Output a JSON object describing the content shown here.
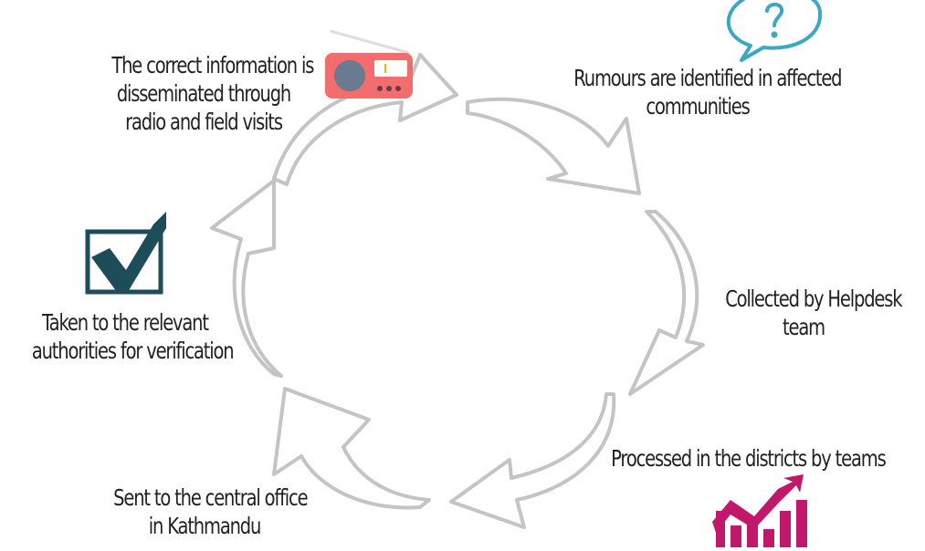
{
  "colors": {
    "arrow_stroke": "#c4c4c4",
    "text": "#222222",
    "radio": "#f26d6d",
    "speech": "#3aa7c5",
    "check": "#1e4d5a",
    "chart": "#c2186c"
  },
  "steps": [
    {
      "lines": [
        "Rumours are identified in affected",
        "communities"
      ],
      "icon": "speech-bubble-question-icon"
    },
    {
      "lines": [
        "Collected by Helpdesk",
        "team"
      ],
      "icon": ""
    },
    {
      "lines": [
        "Processed in the districts by teams"
      ],
      "icon": "bar-chart-growth-icon"
    },
    {
      "lines": [
        "Sent to the central office",
        "in Kathmandu"
      ],
      "icon": ""
    },
    {
      "lines": [
        "Taken to the relevant",
        "authorities for verification"
      ],
      "icon": "checkbox-check-icon"
    },
    {
      "lines": [
        "The correct information is",
        "disseminated through",
        "radio and field visits"
      ],
      "icon": "radio-icon"
    }
  ]
}
